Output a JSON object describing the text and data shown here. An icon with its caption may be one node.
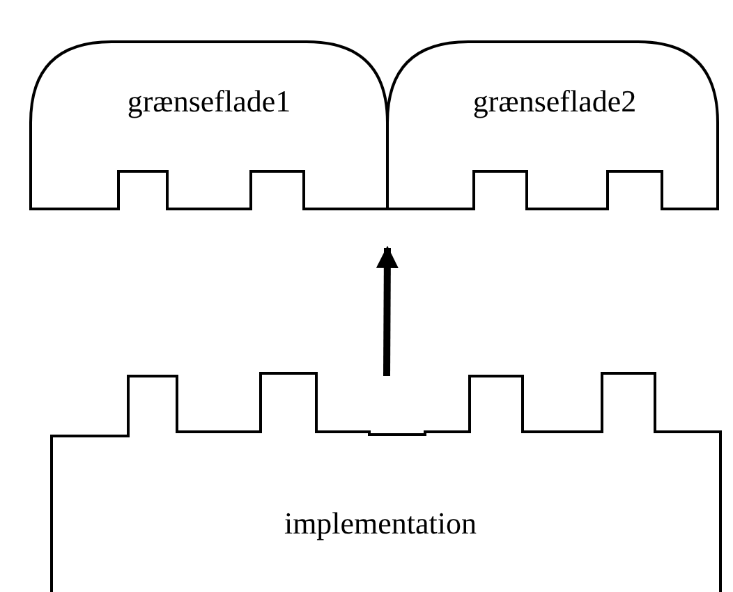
{
  "diagram": {
    "nodes": [
      {
        "text": [
          "grænseflade1"
        ]
      },
      {
        "text": [
          "grænseflade2"
        ]
      },
      {
        "text": [
          "implementation"
        ]
      }
    ],
    "edges": [
      {
        "from": 2,
        "to": 1,
        "arrow": "to"
      }
    ]
  }
}
